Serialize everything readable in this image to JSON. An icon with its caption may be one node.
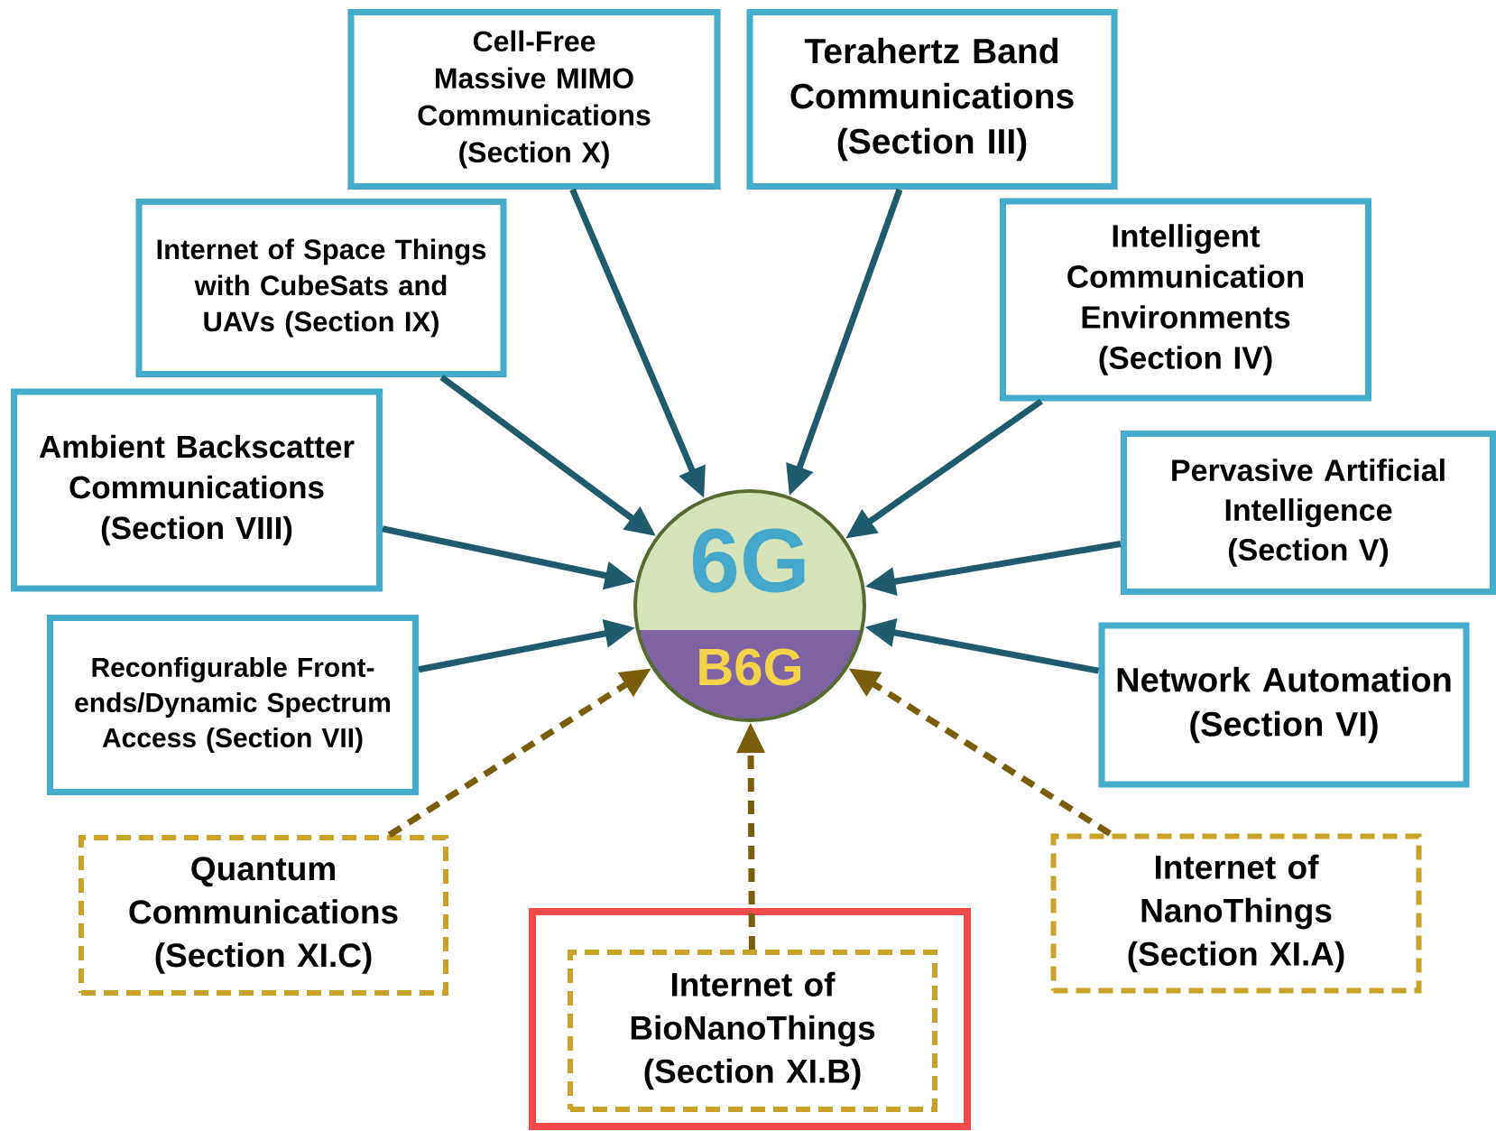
{
  "diagram": {
    "nodes": [
      {
        "text": [
          "Cell-Free Massive MIMO Communications (Section X)"
        ]
      },
      {
        "text": [
          "Terahertz Band Communications (Section III)"
        ]
      },
      {
        "text": [
          "Internet of Space Things with CubeSats and UAVs (Section IX)"
        ]
      },
      {
        "text": [
          "Intelligent Communication Environments (Section IV)"
        ]
      },
      {
        "text": [
          "Ambient Backscatter Communications (Section VIII)"
        ]
      },
      {
        "text": [
          "Pervasive Artificial Intelligence (Section V)"
        ]
      },
      {
        "text": [
          "6G",
          "B6G"
        ]
      },
      {
        "text": [
          "Reconfigurable Front-ends/Dynamic Spectrum Access (Section VII)"
        ]
      },
      {
        "text": [
          "Network Automation (Section VI)"
        ]
      },
      {
        "text": [
          "Quantum Communications (Section XI.C)"
        ]
      },
      {
        "text": [
          "Internet of NanoThings (Section XI.A)"
        ]
      },
      {
        "text": [],
        "shape": "box"
      },
      {
        "text": [
          "Internet of BioNanoThings (Section XI.B)"
        ],
        "in": 11
      }
    ],
    "edges": [
      {
        "from": 0,
        "to": 6,
        "arrow": "to"
      },
      {
        "from": 1,
        "to": 6,
        "arrow": "to"
      },
      {
        "from": 2,
        "to": 6,
        "arrow": "to"
      },
      {
        "from": 3,
        "to": 6,
        "arrow": "to"
      },
      {
        "from": 4,
        "to": 6,
        "arrow": "to"
      },
      {
        "from": 5,
        "to": 6,
        "arrow": "to"
      },
      {
        "from": 7,
        "to": 6,
        "arrow": "to"
      },
      {
        "from": 8,
        "to": 6,
        "arrow": "to"
      },
      {
        "from": 9,
        "to": 6,
        "arrow": "to",
        "style": "dashed",
        "color": "#7a5c0a"
      },
      {
        "from": 10,
        "to": 6,
        "arrow": "to",
        "style": "dashed",
        "color": "#7a5c0a"
      },
      {
        "from": 12,
        "to": 6,
        "arrow": "to",
        "style": "dashed",
        "color": "#7a5c0a"
      }
    ]
  }
}
